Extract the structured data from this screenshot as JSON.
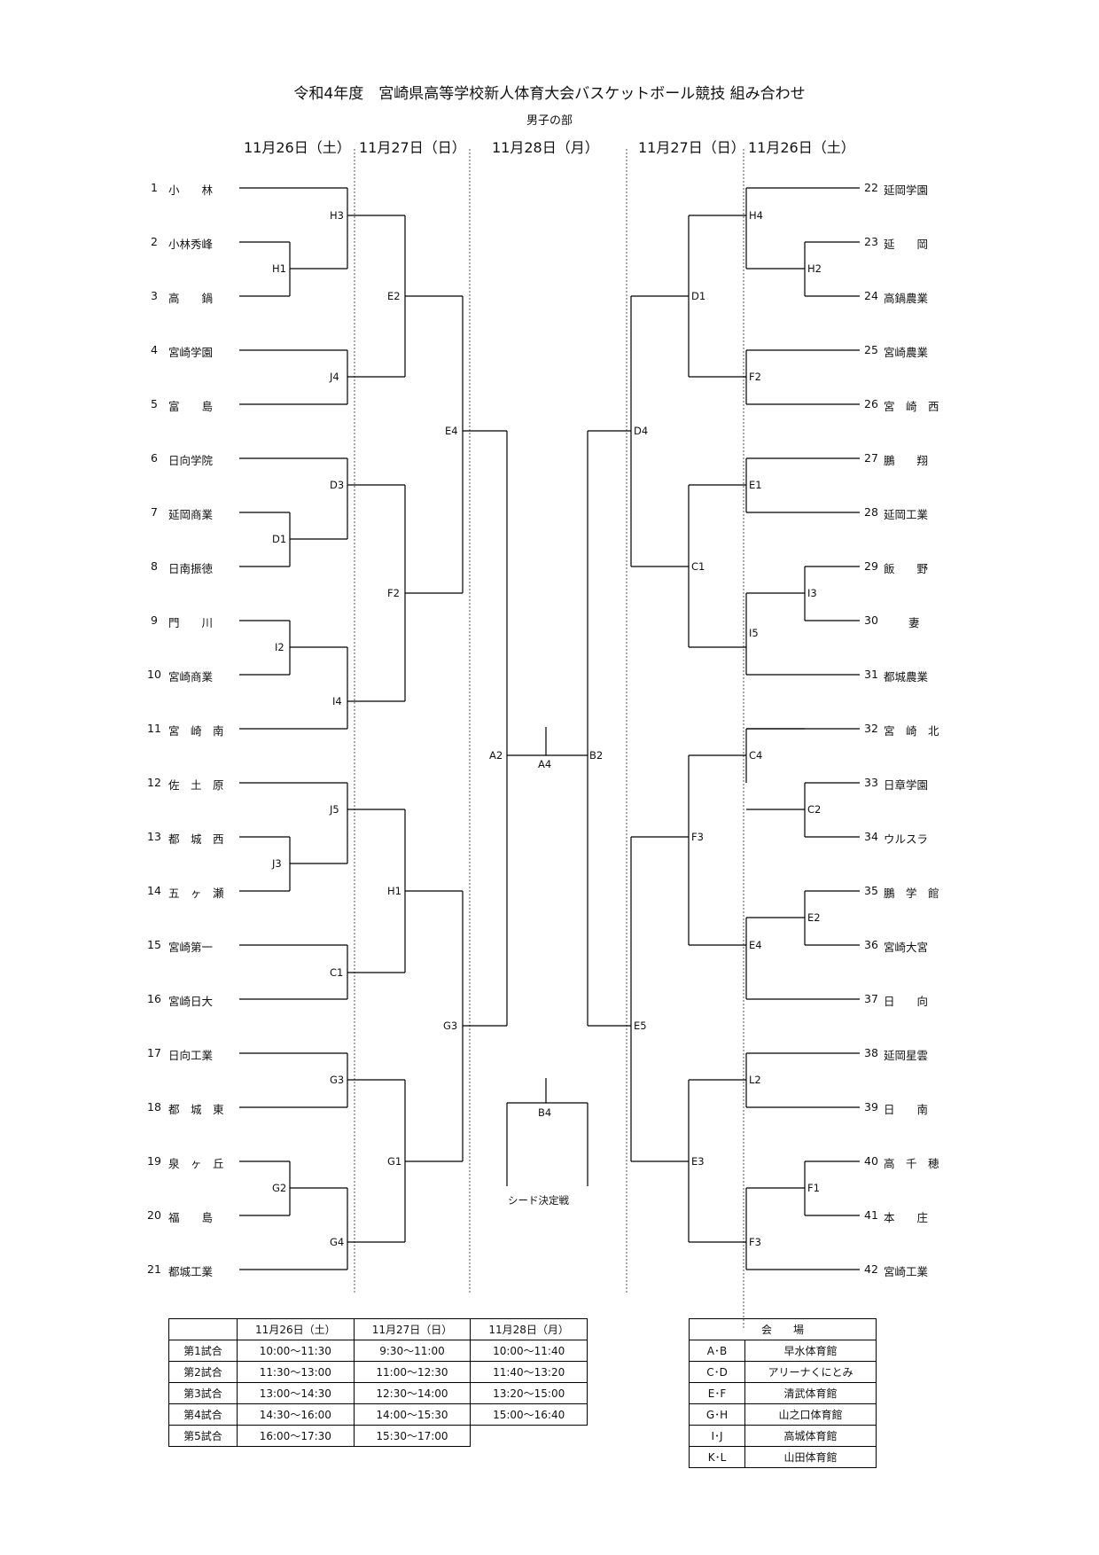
{
  "title": "令和4年度　宮崎県高等学校新人体育大会バスケットボール競技 組み合わせ",
  "subtitle": "男子の部",
  "dates": {
    "left_r1": "11月26日（土）",
    "left_r2": "11月27日（日）",
    "center": "11月28日（月）",
    "right_r2": "11月27日（日）",
    "right_r1": "11月26日（土）"
  },
  "left_teams": [
    {
      "no": "1",
      "name": "小　　林"
    },
    {
      "no": "2",
      "name": "小林秀峰"
    },
    {
      "no": "3",
      "name": "高　　鍋"
    },
    {
      "no": "4",
      "name": "宮崎学園"
    },
    {
      "no": "5",
      "name": "富　　島"
    },
    {
      "no": "6",
      "name": "日向学院"
    },
    {
      "no": "7",
      "name": "延岡商業"
    },
    {
      "no": "8",
      "name": "日南振徳"
    },
    {
      "no": "9",
      "name": "門　　川"
    },
    {
      "no": "10",
      "name": "宮崎商業"
    },
    {
      "no": "11",
      "name": "宮　崎　南"
    },
    {
      "no": "12",
      "name": "佐　土　原"
    },
    {
      "no": "13",
      "name": "都　城　西"
    },
    {
      "no": "14",
      "name": "五　ヶ　瀬"
    },
    {
      "no": "15",
      "name": "宮崎第一"
    },
    {
      "no": "16",
      "name": "宮崎日大"
    },
    {
      "no": "17",
      "name": "日向工業"
    },
    {
      "no": "18",
      "name": "都　城　東"
    },
    {
      "no": "19",
      "name": "泉　ヶ　丘"
    },
    {
      "no": "20",
      "name": "福　　島"
    },
    {
      "no": "21",
      "name": "都城工業"
    }
  ],
  "right_teams": [
    {
      "no": "22",
      "name": "延岡学園"
    },
    {
      "no": "23",
      "name": "延　　岡"
    },
    {
      "no": "24",
      "name": "高鍋農業"
    },
    {
      "no": "25",
      "name": "宮崎農業"
    },
    {
      "no": "26",
      "name": "宮　崎　西"
    },
    {
      "no": "27",
      "name": "鵬　　翔"
    },
    {
      "no": "28",
      "name": "延岡工業"
    },
    {
      "no": "29",
      "name": "飯　　野"
    },
    {
      "no": "30",
      "name": "妻"
    },
    {
      "no": "31",
      "name": "都城農業"
    },
    {
      "no": "32",
      "name": "宮　崎　北"
    },
    {
      "no": "33",
      "name": "日章学園"
    },
    {
      "no": "34",
      "name": "ウルスラ"
    },
    {
      "no": "35",
      "name": "鵬　学　館"
    },
    {
      "no": "36",
      "name": "宮崎大宮"
    },
    {
      "no": "37",
      "name": "日　　向"
    },
    {
      "no": "38",
      "name": "延岡星雲"
    },
    {
      "no": "39",
      "name": "日　　南"
    },
    {
      "no": "40",
      "name": "高　千　穂"
    },
    {
      "no": "41",
      "name": "本　　庄"
    },
    {
      "no": "42",
      "name": "宮崎工業"
    }
  ],
  "matches": {
    "H3": "H3",
    "H1a": "H1",
    "E2a": "E2",
    "J4": "J4",
    "E4a": "E4",
    "D3": "D3",
    "D1a": "D1",
    "F2a": "F2",
    "I2": "I2",
    "I4": "I4",
    "J5": "J5",
    "J3": "J3",
    "H1b": "H1",
    "C1a": "C1",
    "G3a": "G3",
    "G3b": "G3",
    "G2": "G2",
    "G1": "G1",
    "G4": "G4",
    "H4": "H4",
    "H2": "H2",
    "D1b": "D1",
    "F2b": "F2",
    "D4": "D4",
    "E1": "E1",
    "C1b": "C1",
    "I3": "I3",
    "I5": "I5",
    "C4": "C4",
    "C2": "C2",
    "F3a": "F3",
    "E2b": "E2",
    "E4b": "E4",
    "E5": "E5",
    "L2": "L2",
    "E3": "E3",
    "F1": "F1",
    "F3b": "F3",
    "A2": "A2",
    "A4": "A4",
    "B2": "B2",
    "B4": "B4"
  },
  "seed_label": "シード決定戦",
  "schedule": {
    "headers": [
      "",
      "11月26日（土）",
      "11月27日（日）",
      "11月28日（月）"
    ],
    "rows": [
      [
        "第1試合",
        "10:00～11:30",
        "9:30～11:00",
        "10:00～11:40"
      ],
      [
        "第2試合",
        "11:30～13:00",
        "11:00～12:30",
        "11:40～13:20"
      ],
      [
        "第3試合",
        "13:00～14:30",
        "12:30～14:00",
        "13:20～15:00"
      ],
      [
        "第4試合",
        "14:30～16:00",
        "14:00～15:30",
        "15:00～16:40"
      ],
      [
        "第5試合",
        "16:00～17:30",
        "15:30～17:00",
        ""
      ]
    ]
  },
  "venues": {
    "header": "会　　場",
    "rows": [
      [
        "A･B",
        "早水体育館"
      ],
      [
        "C･D",
        "アリーナくにとみ"
      ],
      [
        "E･F",
        "清武体育館"
      ],
      [
        "G･H",
        "山之口体育館"
      ],
      [
        "I･J",
        "高城体育館"
      ],
      [
        "K･L",
        "山田体育館"
      ]
    ]
  }
}
